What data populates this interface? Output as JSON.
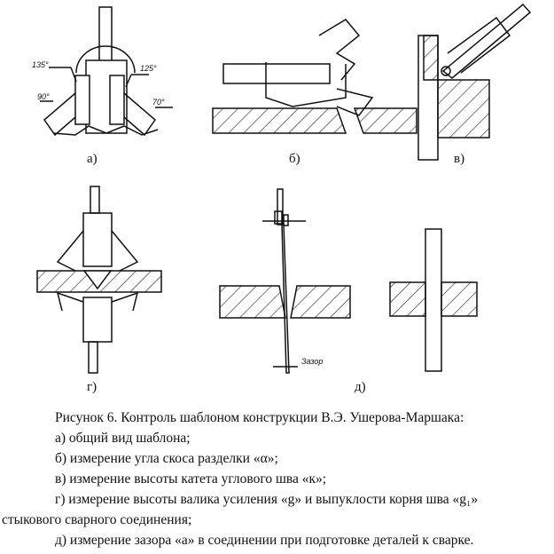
{
  "figure": {
    "panels": [
      {
        "label": "а)",
        "angles": [
          "135°",
          "125°",
          "90°",
          "70°"
        ]
      },
      {
        "label": "б)"
      },
      {
        "label": "в)"
      },
      {
        "label": "г)"
      },
      {
        "label": "д)",
        "gap_label": "Зазор"
      }
    ]
  },
  "caption": {
    "title": "Рисунок 6. Контроль шаблоном конструкции В.Э. Ушерова-Маршака:",
    "items": [
      "а) общий вид шаблона;",
      "б) измерение угла скоса разделки «α»;",
      "в) измерение высоты катета углового шва «к»;",
      "г) измерение высоты валика усиления «g» и выпуклости корня шва «g₁»",
      "стыкового сварного соединения;",
      "д) измерение зазора «а» в соединении при подготовке деталей к сварке."
    ]
  }
}
